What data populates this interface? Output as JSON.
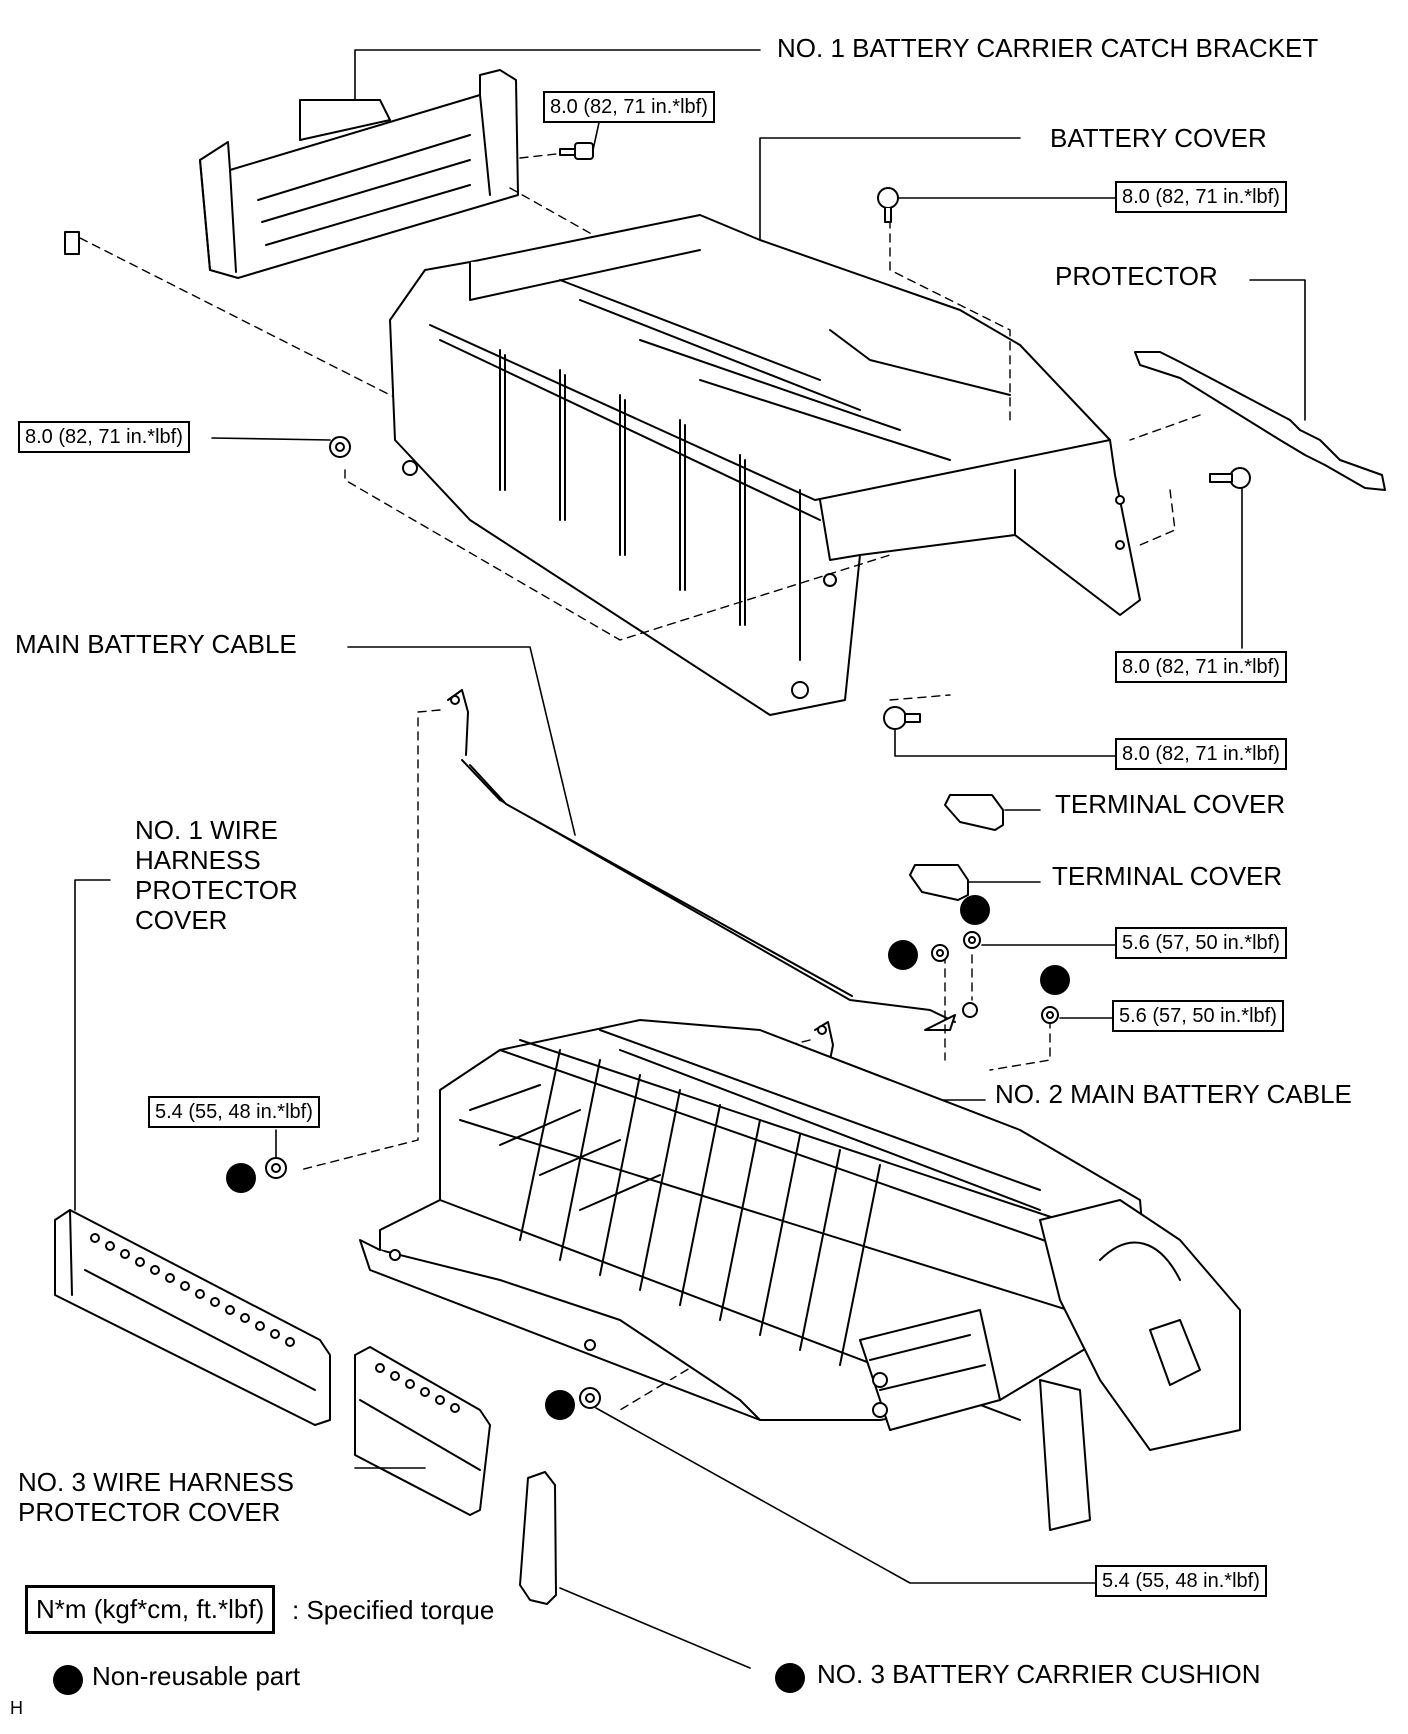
{
  "labels": {
    "catch_bracket": "NO. 1 BATTERY CARRIER CATCH BRACKET",
    "battery_cover": "BATTERY COVER",
    "protector": "PROTECTOR",
    "main_battery_cable": "MAIN BATTERY CABLE",
    "terminal_cover_1": "TERMINAL COVER",
    "terminal_cover_2": "TERMINAL COVER",
    "no1_wire_harness": "NO. 1 WIRE\nHARNESS\nPROTECTOR\nCOVER",
    "no2_main_battery_cable": "NO. 2 MAIN BATTERY CABLE",
    "no3_wire_harness": "NO. 3 WIRE HARNESS\nPROTECTOR COVER",
    "no3_cushion": "NO. 3 BATTERY CARRIER CUSHION"
  },
  "torques": {
    "bracket_bolt": "8.0 (82, 71 in.*lbf)",
    "cover_top_bolt": "8.0 (82, 71 in.*lbf)",
    "left_nut": "8.0 (82, 71 in.*lbf)",
    "right_bolt": "8.0 (82, 71 in.*lbf)",
    "front_bolt": "8.0 (82, 71 in.*lbf)",
    "terminal_nut_1": "5.6 (57, 50 in.*lbf)",
    "terminal_nut_2": "5.6 (57, 50 in.*lbf)",
    "left_stack_nut": "5.4 (55, 48 in.*lbf)",
    "front_stack_nut": "5.4 (55, 48 in.*lbf)"
  },
  "legend": {
    "torque_box": "N*m (kgf*cm, ft.*lbf)",
    "torque_text": ": Specified torque",
    "nonreusable_text": "Non-reusable part"
  },
  "corner_mark": "H"
}
